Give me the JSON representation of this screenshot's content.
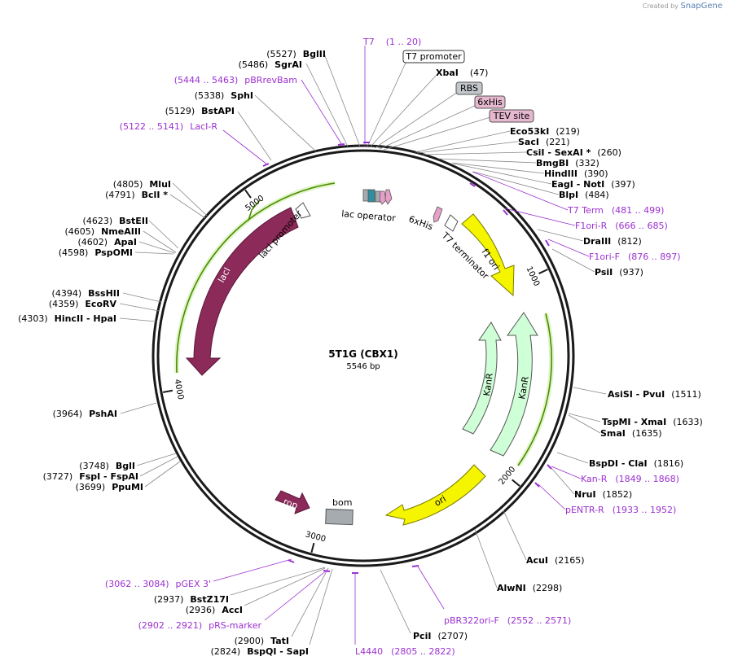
{
  "credit": {
    "prefix": "Created by",
    "brand": "SnapGene"
  },
  "plasmid": {
    "name": "5T1G (CBX1)",
    "length": "5546 bp",
    "total_bp": 5546
  },
  "ticks": [
    {
      "bp": 1000,
      "label": "1000"
    },
    {
      "bp": 2000,
      "label": "2000"
    },
    {
      "bp": 3000,
      "label": "3000"
    },
    {
      "bp": 4000,
      "label": "4000"
    },
    {
      "bp": 5000,
      "label": "5000"
    }
  ],
  "right_labels": [
    {
      "pos": "(219)",
      "name": "Eco53kI"
    },
    {
      "pos": "(221)",
      "name": "SacI"
    },
    {
      "pos": "(260)",
      "name": "CsiI   - SexAI *"
    },
    {
      "pos": "(332)",
      "name": "BmgBI"
    },
    {
      "pos": "(390)",
      "name": "HindIII"
    },
    {
      "pos": "(397)",
      "name": "EagI   - NotI"
    },
    {
      "pos": "(484)",
      "name": "BlpI"
    },
    {
      "pos": "(481 .. 499)",
      "name": "T7 Term",
      "primer": true
    },
    {
      "pos": "(666 .. 685)",
      "name": "F1ori-R",
      "primer": true
    },
    {
      "pos": "(812)",
      "name": "DraIII"
    },
    {
      "pos": "(876 .. 897)",
      "name": "F1ori-F",
      "primer": true
    },
    {
      "pos": "(937)",
      "name": "PsiI"
    },
    {
      "pos": "(1511)",
      "name": "AsiSI   - PvuI"
    },
    {
      "pos": "(1633)",
      "name": "TspMI   - XmaI"
    },
    {
      "pos": "(1635)",
      "name": "SmaI"
    },
    {
      "pos": "(1816)",
      "name": "BspDI   - ClaI"
    },
    {
      "pos": "(1849 .. 1868)",
      "name": "Kan-R",
      "primer": true
    },
    {
      "pos": "(1852)",
      "name": "NruI"
    },
    {
      "pos": "(1933 .. 1952)",
      "name": "pENTR-R",
      "primer": true
    },
    {
      "pos": "(2165)",
      "name": "AcuI"
    },
    {
      "pos": "(2298)",
      "name": "AlwNI"
    }
  ],
  "bottom_labels": [
    {
      "pos": "(2552 .. 2571)",
      "name": "pBR322ori-F",
      "primer": true
    },
    {
      "pos": "(2707)",
      "name": "PciI"
    },
    {
      "pos": "(2805 .. 2822)",
      "name": "L4440",
      "primer": true
    }
  ],
  "left_labels": [
    {
      "pos": "(5527)",
      "name": "BglII"
    },
    {
      "pos": "(5486)",
      "name": "SgrAI"
    },
    {
      "pos": "(5444 .. 5463)",
      "name": "pBRrevBam",
      "primer": true
    },
    {
      "pos": "(5338)",
      "name": "SphI"
    },
    {
      "pos": "(5129)",
      "name": "BstAPI"
    },
    {
      "pos": "(5122 .. 5141)",
      "name": "LacI-R",
      "primer": true
    },
    {
      "pos": "(4805)",
      "name": "MluI"
    },
    {
      "pos": "(4791)",
      "name": "BclI *"
    },
    {
      "pos": "(4623)",
      "name": "BstEII"
    },
    {
      "pos": "(4605)",
      "name": "NmeAIII"
    },
    {
      "pos": "(4602)",
      "name": "ApaI"
    },
    {
      "pos": "(4598)",
      "name": "PspOMI"
    },
    {
      "pos": "(4394)",
      "name": "BssHII"
    },
    {
      "pos": "(4359)",
      "name": "EcoRV"
    },
    {
      "pos": "(4303)",
      "name": "HincII   - HpaI"
    },
    {
      "pos": "(3964)",
      "name": "PshAI"
    },
    {
      "pos": "(3748)",
      "name": "BglI"
    },
    {
      "pos": "(3727)",
      "name": "FspI   - FspAI"
    },
    {
      "pos": "(3699)",
      "name": "PpuMI"
    },
    {
      "pos": "(3062 .. 3084)",
      "name": "pGEX 3'",
      "primer": true
    },
    {
      "pos": "(2937)",
      "name": "BstZ17I"
    },
    {
      "pos": "(2936)",
      "name": "AccI"
    },
    {
      "pos": "(2902 .. 2921)",
      "name": "pRS-marker",
      "primer": true
    },
    {
      "pos": "(2900)",
      "name": "TatI"
    },
    {
      "pos": "(2824)",
      "name": "BspQI   - SapI"
    }
  ],
  "top_labels": [
    {
      "pos": "(1 .. 20)",
      "name": "T7",
      "primer": true
    },
    {
      "name": "T7 promoter",
      "boxed": true
    },
    {
      "pos": "(47)",
      "name": "XbaI"
    },
    {
      "name": "RBS",
      "boxed": true
    },
    {
      "name": "6xHis",
      "boxed": true
    },
    {
      "name": "TEV site",
      "boxed": true
    }
  ],
  "features": {
    "lacI": "lacI",
    "lacI_promoter": "lacI promoter",
    "lac_operator": "lac operator",
    "his": "6xHis",
    "t7_terminator": "T7 terminator",
    "f1_ori": "f1 ori",
    "kanR_inner": "KanR",
    "kanR_outer": "KanR",
    "ori": "ori",
    "rop": "rop",
    "bom": "bom"
  },
  "colors": {
    "backbone": "#1a1a1a",
    "primer": "#9b30d0",
    "lacI": "#8c2a5a",
    "yellow": "#f5f500",
    "kan": "#cfffd6",
    "gray": "#a6abb0",
    "teal": "#2f8fa0",
    "pink": "#e6a0c8",
    "orf_green": "#4c8a00"
  }
}
